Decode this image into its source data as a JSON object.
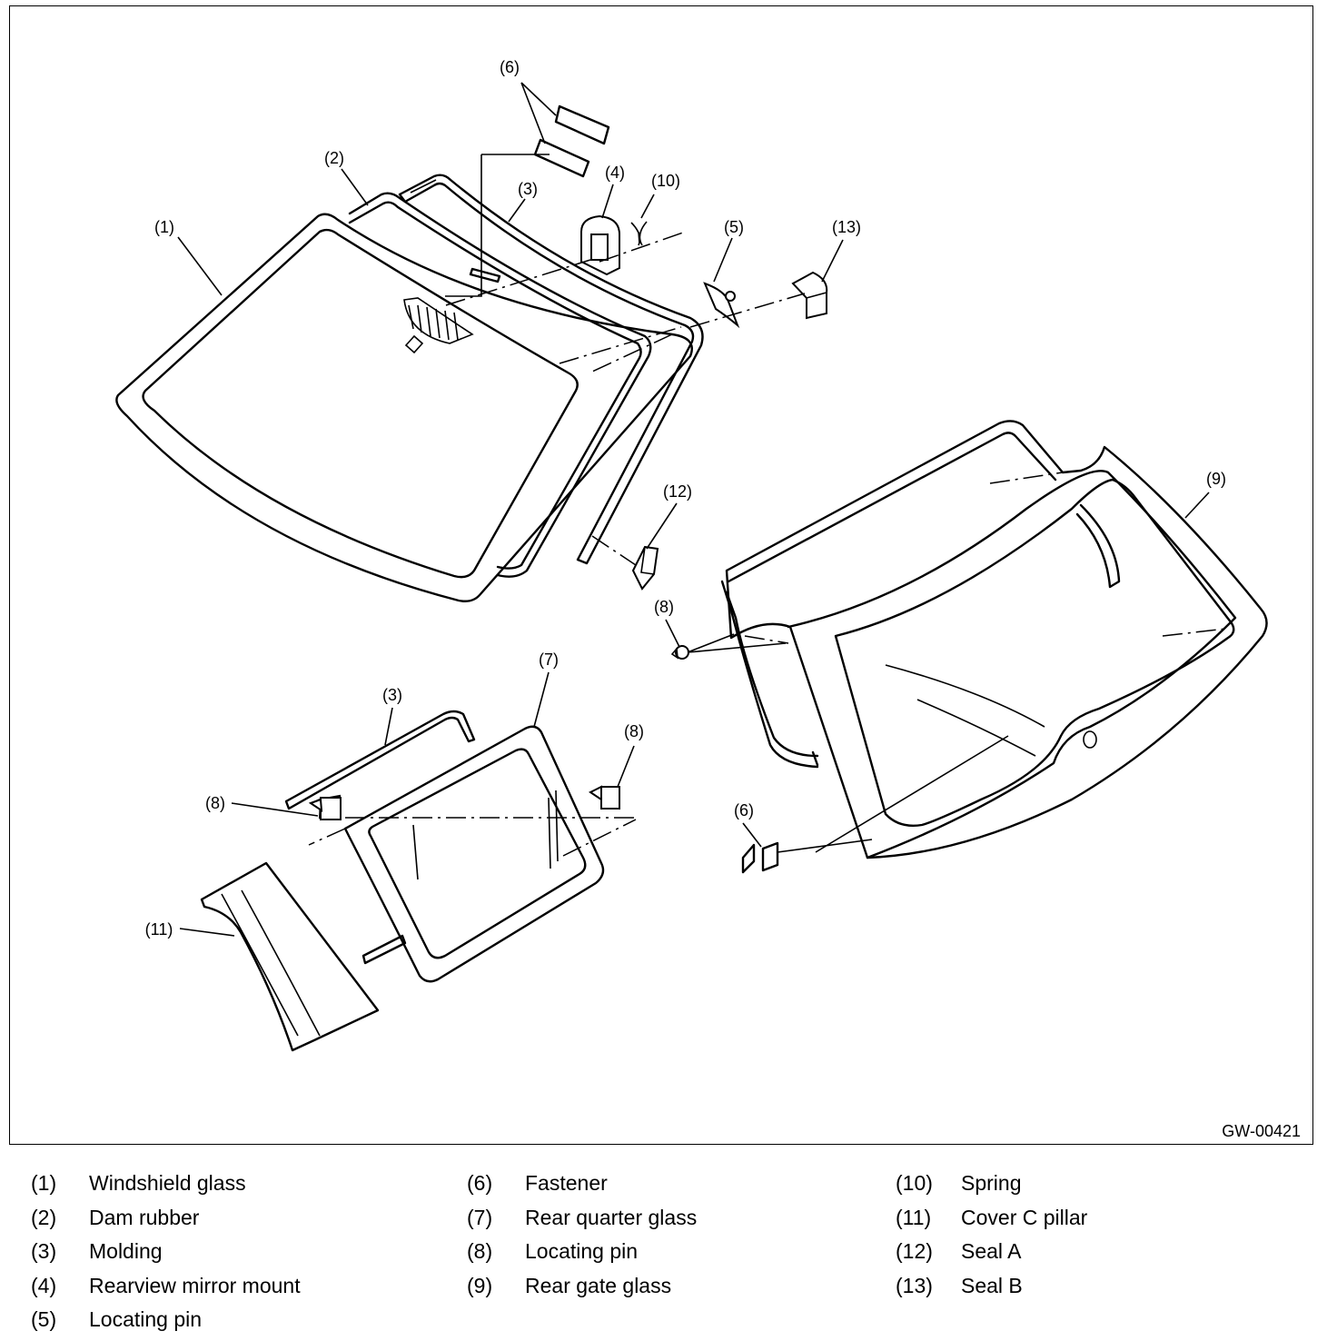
{
  "diagram": {
    "code": "GW-00421",
    "callouts": {
      "c1": "(1)",
      "c2": "(2)",
      "c3a": "(3)",
      "c3b": "(3)",
      "c4": "(4)",
      "c5": "(5)",
      "c6a": "(6)",
      "c6b": "(6)",
      "c7": "(7)",
      "c8a": "(8)",
      "c8b": "(8)",
      "c8c": "(8)",
      "c9": "(9)",
      "c10": "(10)",
      "c11": "(11)",
      "c12": "(12)",
      "c13": "(13)"
    }
  },
  "legend": [
    {
      "num": "(1)",
      "text": "Windshield glass"
    },
    {
      "num": "(2)",
      "text": "Dam rubber"
    },
    {
      "num": "(3)",
      "text": "Molding"
    },
    {
      "num": "(4)",
      "text": "Rearview mirror mount"
    },
    {
      "num": "(5)",
      "text": "Locating pin"
    },
    {
      "num": "(6)",
      "text": "Fastener"
    },
    {
      "num": "(7)",
      "text": "Rear quarter glass"
    },
    {
      "num": "(8)",
      "text": "Locating pin"
    },
    {
      "num": "(9)",
      "text": "Rear gate glass"
    },
    {
      "num": "(10)",
      "text": "Spring"
    },
    {
      "num": "(11)",
      "text": "Cover C pillar"
    },
    {
      "num": "(12)",
      "text": "Seal A"
    },
    {
      "num": "(13)",
      "text": "Seal B"
    }
  ]
}
